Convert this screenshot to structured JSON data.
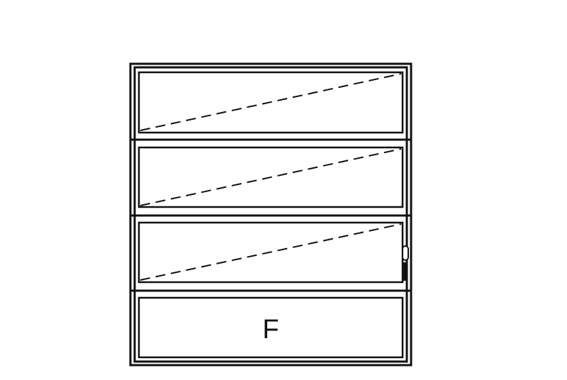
{
  "diagram": {
    "panels": [
      {
        "type": "awning",
        "swing_indicator": "dashed-diagonal"
      },
      {
        "type": "awning",
        "swing_indicator": "dashed-diagonal"
      },
      {
        "type": "awning",
        "swing_indicator": "dashed-diagonal",
        "hardware": "handle-icon"
      },
      {
        "type": "fixed",
        "label": "F"
      }
    ],
    "colors": {
      "line": "#111111",
      "background": "#ffffff"
    }
  }
}
